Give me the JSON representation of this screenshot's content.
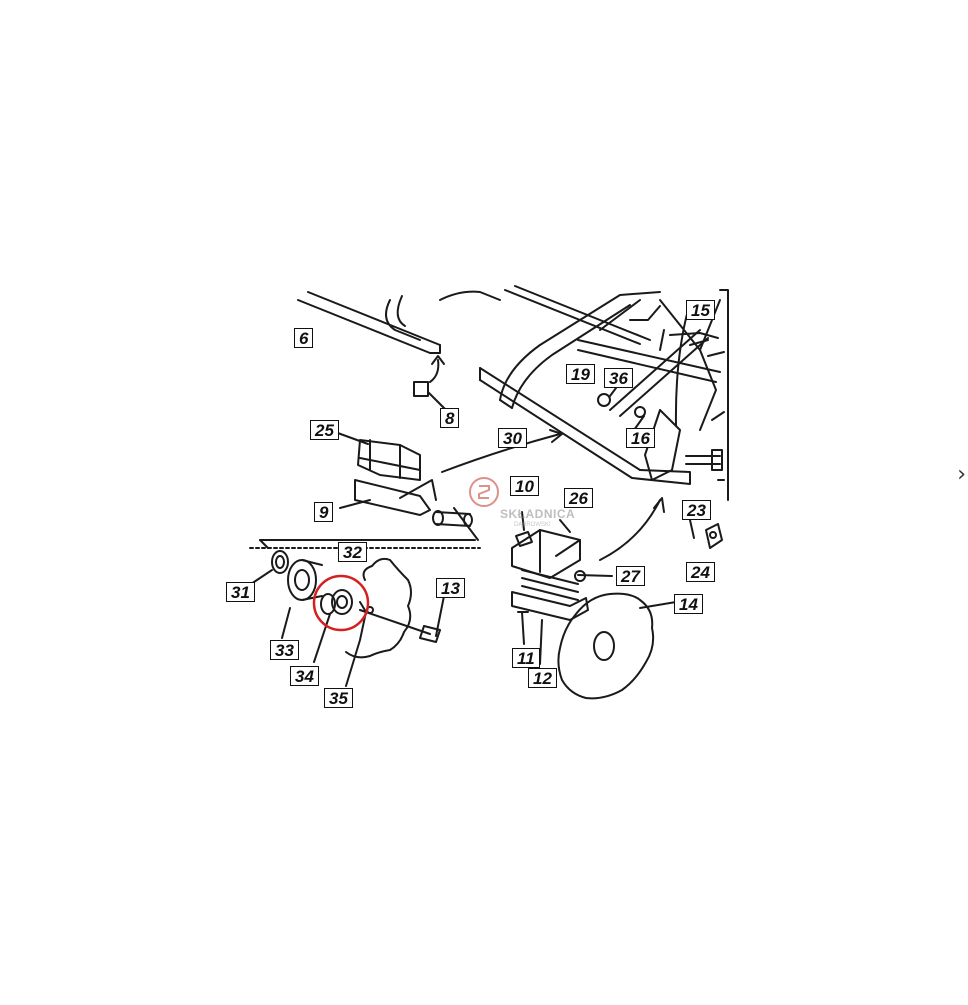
{
  "diagram": {
    "part_numbers": [
      "6",
      "8",
      "15",
      "19",
      "36",
      "30",
      "16",
      "25",
      "9",
      "10",
      "26",
      "23",
      "24",
      "27",
      "32",
      "31",
      "13",
      "14",
      "33",
      "11",
      "34",
      "12",
      "35"
    ],
    "highlighted_part": "34"
  },
  "watermark": {
    "text": "SKŁADNICA",
    "subtext": "DĄBROWSKI",
    "color": "#c0392b"
  },
  "highlight_color": "#d42020",
  "icons": {
    "next": "chevron-right-icon"
  },
  "nav": {
    "next_glyph": "›"
  }
}
